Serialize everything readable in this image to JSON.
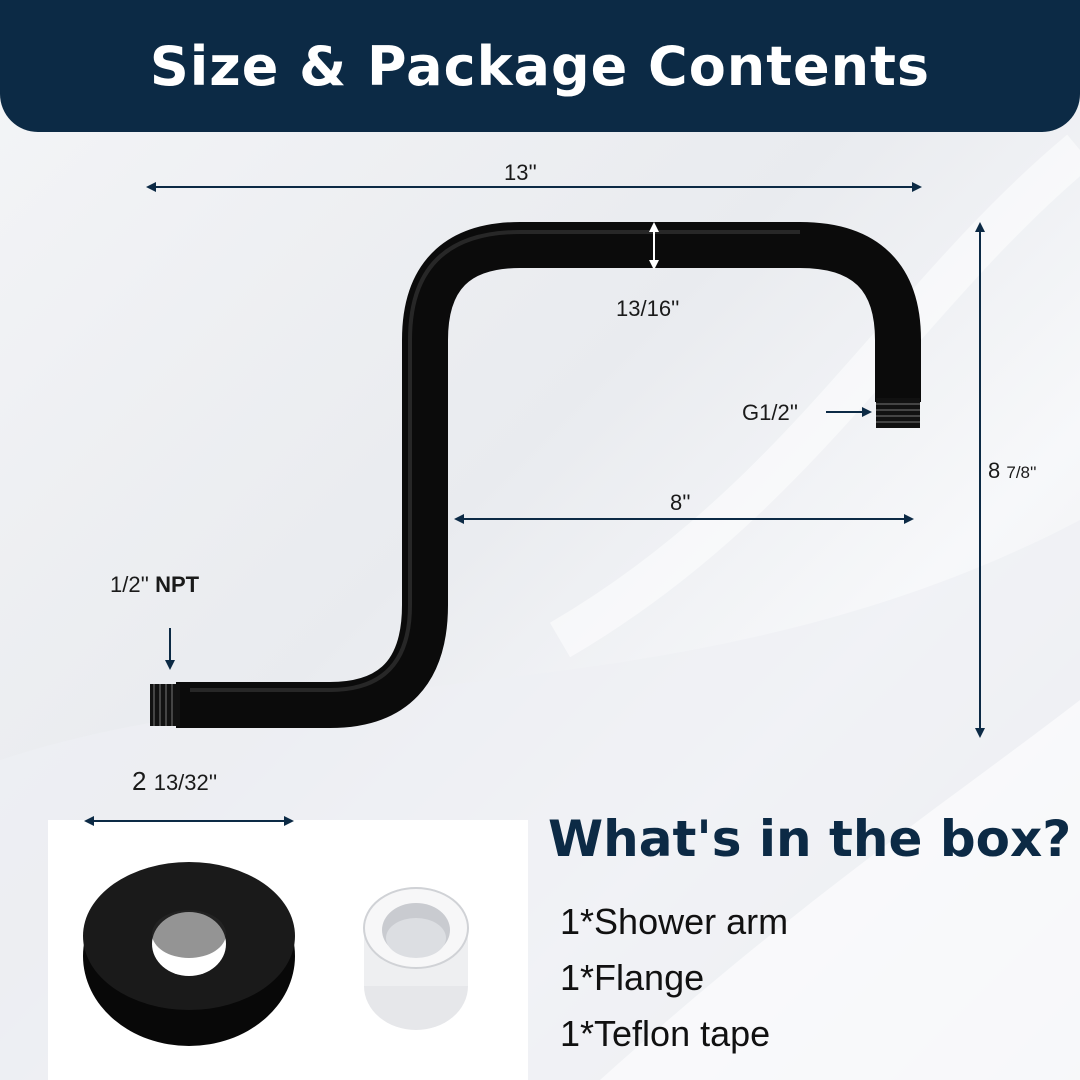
{
  "header": {
    "title": "Size & Package Contents"
  },
  "dimensions": {
    "overall_width": "13''",
    "pipe_diameter": "13/16''",
    "outlet_thread": "G1/2''",
    "drop_length": "8''",
    "overall_height_whole": "8",
    "overall_height_fraction": "7/8''",
    "inlet_thread_size": "1/2''",
    "inlet_thread_type": "NPT",
    "flange_diameter_whole": "2",
    "flange_diameter_fraction": "13/32''"
  },
  "contents": {
    "title": "What's in the box?",
    "items": [
      "1*Shower arm",
      "1*Flange",
      "1*Teflon tape"
    ]
  },
  "colors": {
    "header_bg": "#0c2a45",
    "arrow": "#0c2a45",
    "pipe": "#0b0b0b"
  }
}
